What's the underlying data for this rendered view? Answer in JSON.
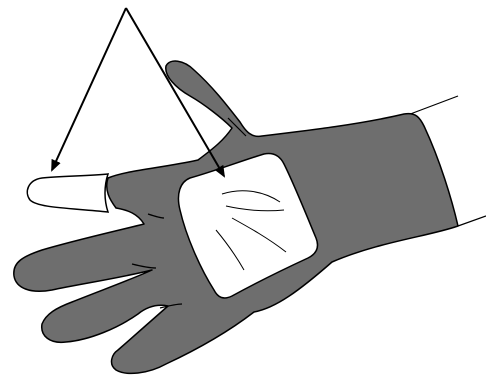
{
  "figure": {
    "subject": "glove-illustration",
    "colors": {
      "glove_fill": "#6e6e6e",
      "outline": "#000000",
      "exposed_skin": "#ffffff",
      "patch_fill": "#ffffff",
      "background": "#ffffff"
    },
    "callouts": [
      {
        "name": "fingertip-arrow",
        "target": "exposed-fingertip"
      },
      {
        "name": "palm-arrow",
        "target": "palm-patch"
      }
    ]
  }
}
